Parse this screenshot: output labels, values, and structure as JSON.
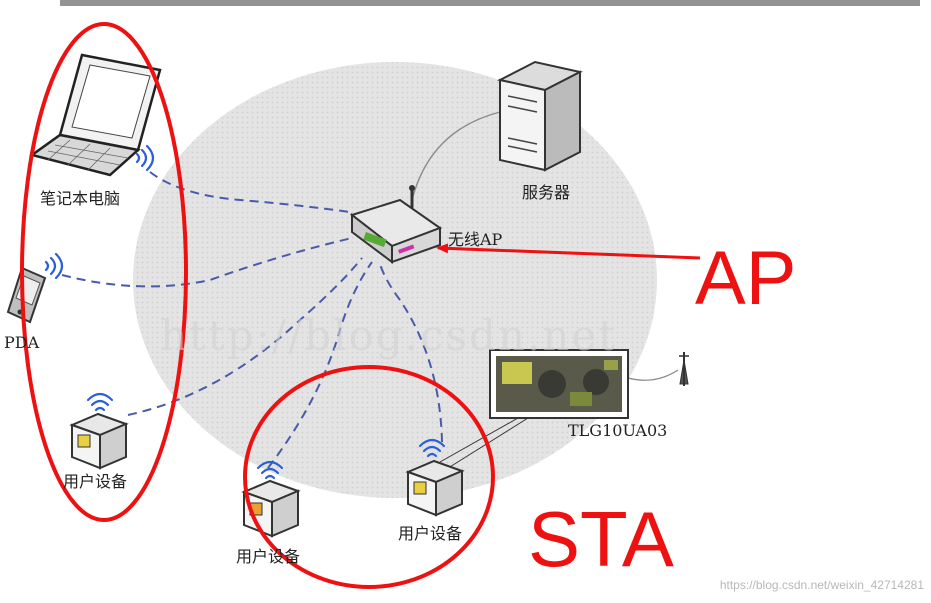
{
  "nodes": {
    "laptop": "笔记本电脑",
    "pda": "PDA",
    "ap": "无线AP",
    "server": "服务器",
    "device_left": "用户设备",
    "device_bottom": "用户设备",
    "device_right": "用户设备",
    "board": "TLG10UA03"
  },
  "annotations": {
    "ap": "AP",
    "sta": "STA"
  },
  "watermark_center": "http://blog.csdn.net",
  "watermark_corner": "https://blog.csdn.net/weixin_42714281",
  "colors": {
    "annotation": "#ee1111",
    "link": "#4a5aa8",
    "wired": "#888888",
    "cloud": "#e6e6e6"
  }
}
